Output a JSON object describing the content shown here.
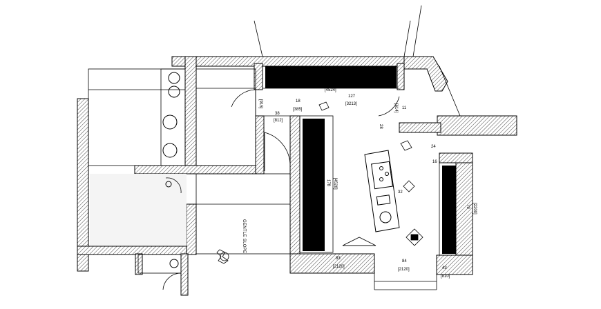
{
  "drawing": {
    "room_label": "GENTLE SLOPE"
  },
  "dimensions": {
    "top_width_bracket": "[4524]",
    "d_127": "127",
    "d_3213": "[3213]",
    "d_18": "18",
    "d_385": "[385]",
    "d_915": "[915]",
    "d_38": "38",
    "d_812": "[812]",
    "d_614": "[614]",
    "d_11": "11",
    "d_28": "28",
    "d_178": "178",
    "d_4528": "[4528]",
    "d_24": "24",
    "d_16": "16",
    "d_32": "32",
    "d_83": "83",
    "d_2120a": "[2120]",
    "d_84": "84",
    "d_2120b": "[2120]",
    "d_43": "43",
    "d_810": "[810]",
    "d_79": "79",
    "d_2200": "[2200]"
  }
}
